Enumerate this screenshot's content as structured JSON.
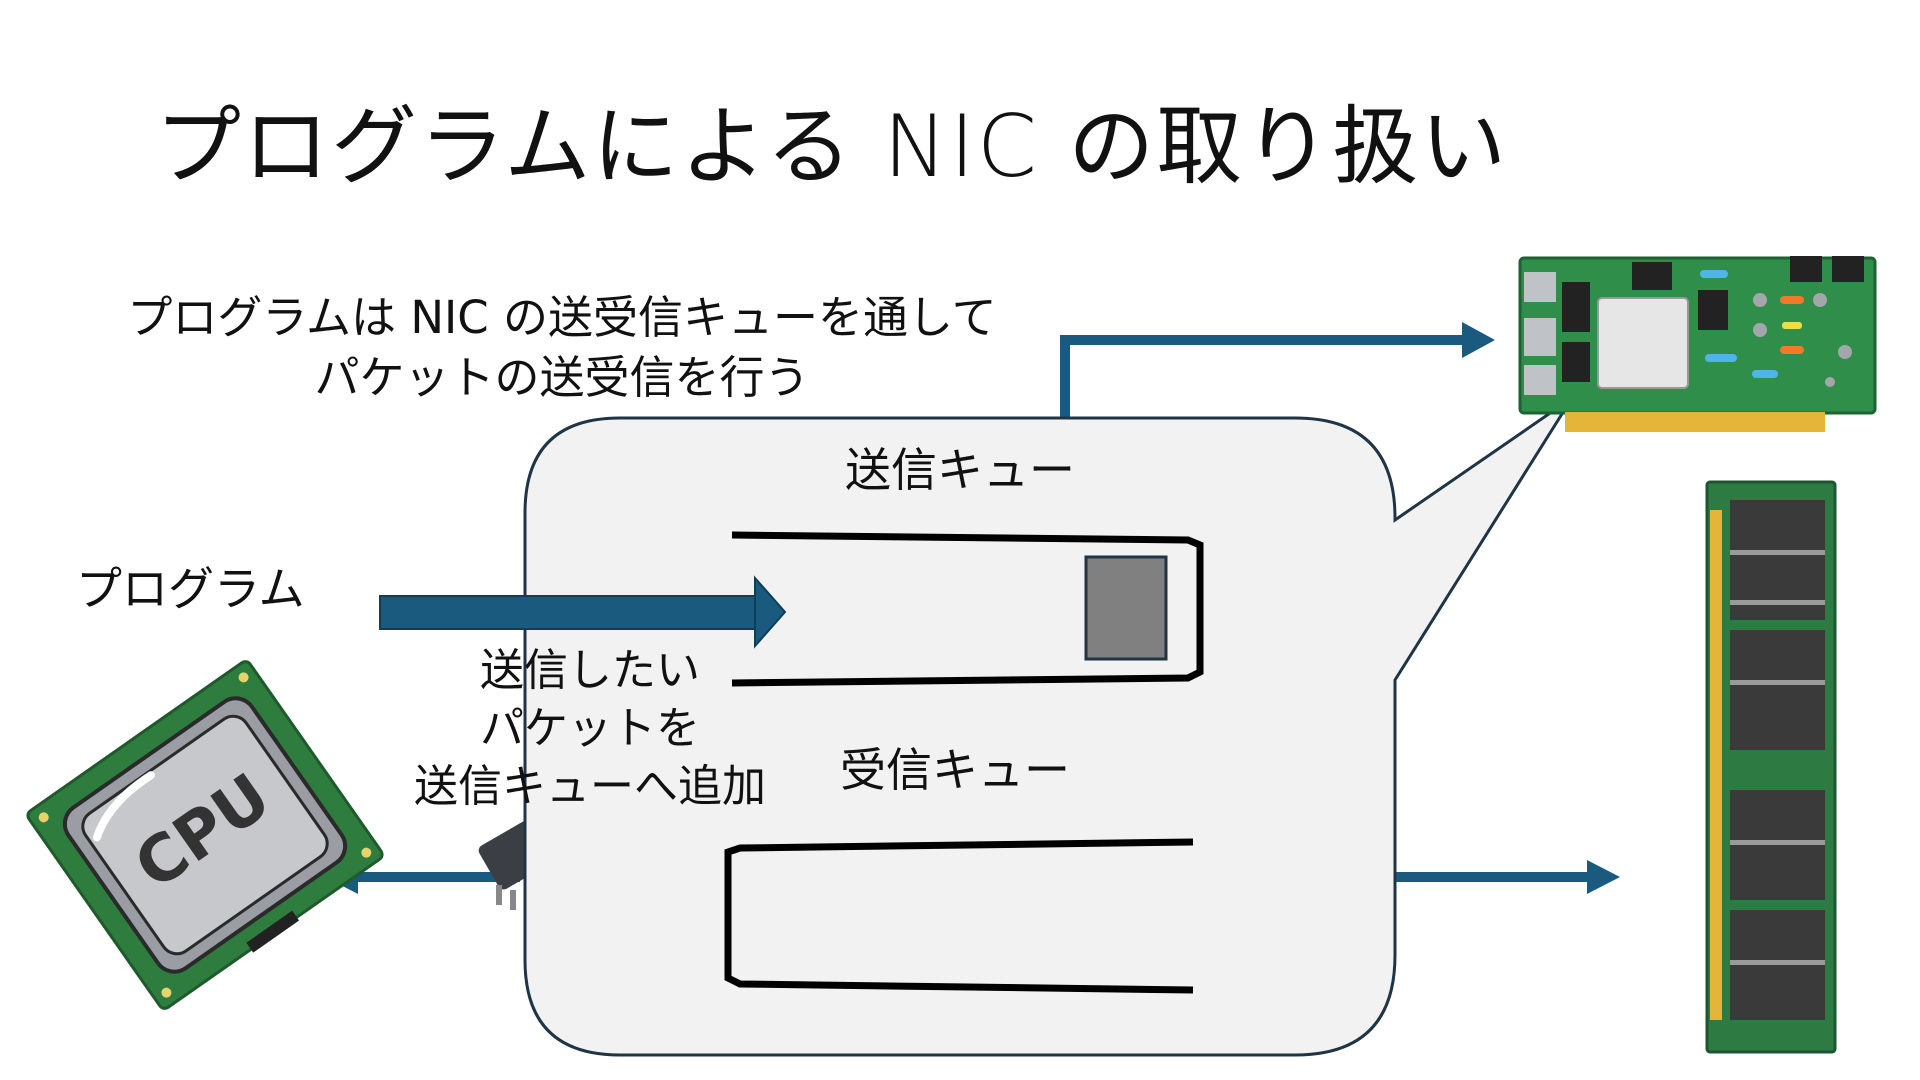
{
  "title": "プログラムによる NIC の取り扱い",
  "description": {
    "line1": "プログラムは NIC の送受信キューを通して",
    "line2": "パケットの送受信を行う"
  },
  "labels": {
    "program": "プログラム",
    "send_queue": "送信キュー",
    "recv_queue": "受信キュー",
    "add_packet_line1": "送信したい",
    "add_packet_line2": "パケットを",
    "add_packet_line3": "送信キューへ追加"
  },
  "cpu_chip_text": "CPU",
  "icons": {
    "nic": "network-card-icon",
    "ram": "memory-module-icon",
    "cpu": "cpu-chip-icon"
  },
  "colors": {
    "arrow": "#1a5a7e",
    "bubble_fill": "#f2f2f2",
    "packet": "#808080",
    "pcb_green": "#2f8f4a",
    "ram_green": "#2e7a43"
  }
}
